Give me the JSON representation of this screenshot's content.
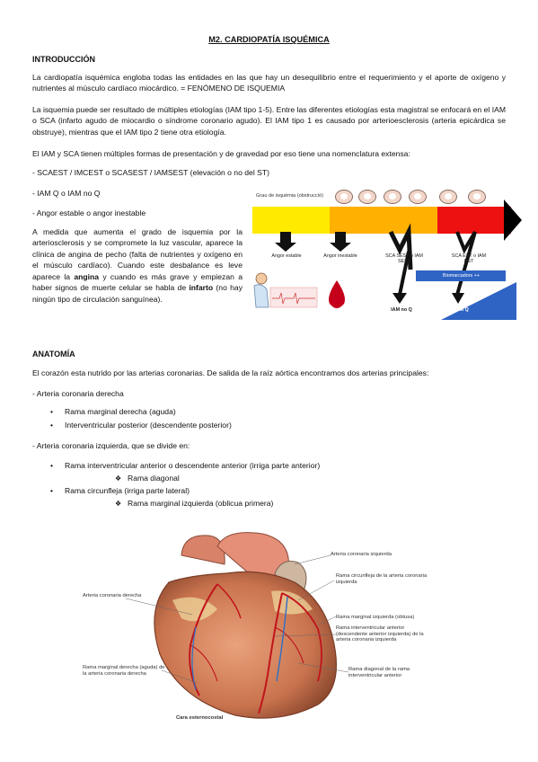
{
  "doc": {
    "title": "M2. CARDIOPATÍA ISQUÉMICA",
    "intro_heading": "INTRODUCCIÓN",
    "intro_p1": "La cardiopatía isquémica engloba todas las entidades en las que hay un desequilibrio entre el requerimiento y el aporte de oxígeno y nutrientes al músculo cardíaco miocárdico. = FENÓMENO DE ISQUEMIA",
    "intro_p2": "La isquemia puede ser resultado de múltiples etiologías (IAM tipo 1-5). Entre las diferentes etiologías esta magistral se enfocará en el IAM o SCA (infarto agudo de miocardio o síndrome coronario agudo). El IAM tipo 1 es causado por arterioesclerosis (arteria epicárdica se obstruye), mientras que el IAM tipo 2 tiene otra etiología.",
    "intro_p3": "El IAM y SCA tienen múltiples formas de presentación y de gravedad por eso tiene una nomenclatura extensa:",
    "list1": "- SCAEST / IMCEST o SCASEST / IAMSEST (elevación o no del ST)",
    "list2": "- IAM Q o IAM no Q",
    "list3": "- Angor estable o angor inestable",
    "narrow_a": "A medida que aumenta el grado de isquemia por la arteriosclerosis y se compromete la luz vascular, aparece la clínica de angina de pecho (falta de nutrientes y oxígeno en el músculo cardíaco). Cuando este desbalance es leve aparece la ",
    "narrow_b1": "angina",
    "narrow_c": " y cuando es más grave y empiezan a haber signos de muerte celular se habla de ",
    "narrow_b2": "infarto",
    "narrow_d": " (no hay ningún tipo de circulación sanguínea).",
    "anat_heading": "ANATOMÍA",
    "anat_p1": "El corazón esta nutrido por las arterias coronarias. De salida de la raíz aórtica encontramos dos arterias principales:",
    "acd": "- Arteria coronaria derecha",
    "acd_b1": "Rama marginal derecha (aguda)",
    "acd_b2": "Interventricular posterior (descendente posterior)",
    "aci": "- Arteria coronaria izquierda, que se divide en:",
    "aci_b1": "Rama interventricular anterior o descendente anterior (irriga parte anterior)",
    "aci_b1_s1": "Rama diagonal",
    "aci_b2": "Rama circunfleja (irriga parte lateral)",
    "aci_b2_s1": "Rama marginal izquierda (oblicua primera)"
  },
  "diagram": {
    "label": "Grau de isquèmia (obstrucció)",
    "angor_estable": "Angor estable",
    "angor_inestable": "Angor inestable",
    "sca_sest": "SCA SEST o IAM SEST",
    "sca_est": "SCA EST o IAM EST",
    "biomarcadores": "Biomarcadors ++",
    "iam_no_q": "IAM no Q",
    "iam_q": "IAM Q"
  },
  "heart": {
    "acd_label": "Arteria coronaria derecha",
    "aci_label": "Arteria coronaria izquierda",
    "circ_label": "Rama circunfleja de la arteria coronaria izquierda",
    "marg_izq": "Rama marginal izquierda (obtusa)",
    "iva_label": "Rama interventricular anterior (descendente anterior izquierda) de la arteria coronaria izquierda",
    "marg_der": "Rama marginal derecha (aguda) de la arteria coronaria derecha",
    "diag_label": "Rama diagonal de la rama interventricular anterior",
    "caption": "Cara esternocostal"
  },
  "colors": {
    "yellow": "#ffea00",
    "orange": "#ffb000",
    "red": "#ee1111",
    "blue": "#2f63c4"
  }
}
